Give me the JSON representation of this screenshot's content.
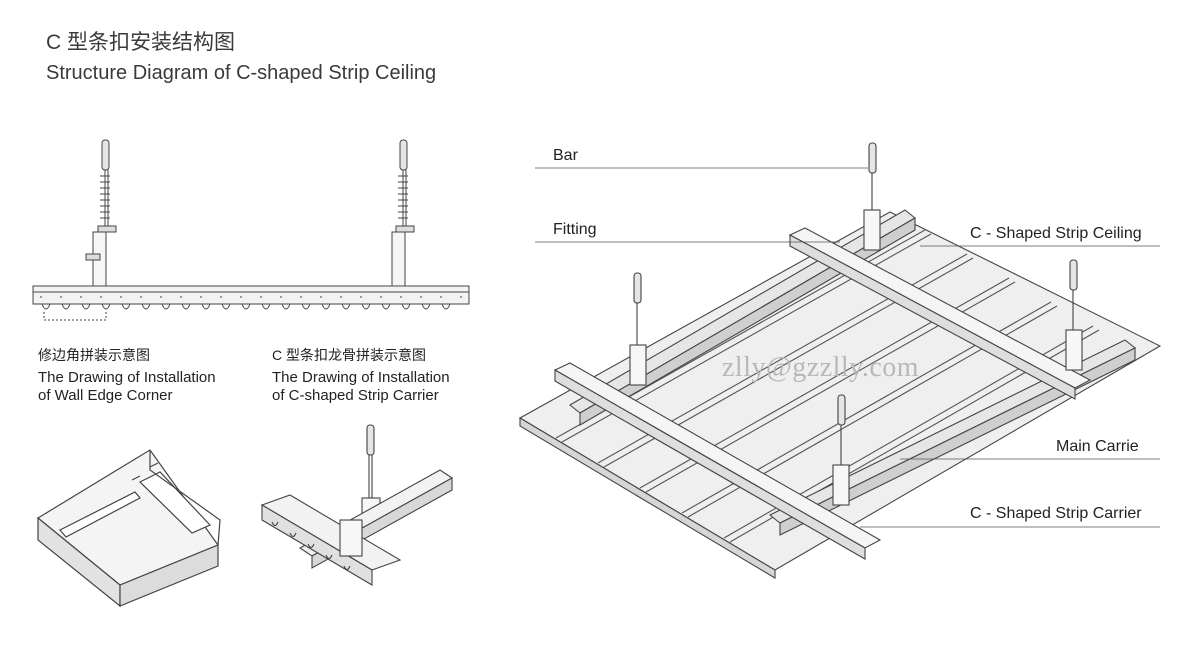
{
  "header": {
    "title_cn": "C 型条扣安装结构图",
    "title_en": "Structure Diagram of C-shaped Strip Ceiling"
  },
  "captions": {
    "wall_edge": {
      "cn": "修边角拼装示意图",
      "en_line1": "The Drawing of Installation",
      "en_line2": "of Wall Edge Corner"
    },
    "strip_carrier": {
      "cn": "C 型条扣龙骨拼装示意图",
      "en_line1": "The Drawing of Installation",
      "en_line2": "of C-shaped Strip Carrier"
    }
  },
  "labels": {
    "bar": "Bar",
    "fitting": "Fitting",
    "strip_ceiling": "C - Shaped Strip Ceiling",
    "main_carrier": "Main Carrie",
    "strip_carrier": "C - Shaped Strip Carrier"
  },
  "watermark": "zlly@gzzlly.com",
  "colors": {
    "line": "#444444",
    "fill_light": "#efefef",
    "fill_mid": "#d9d9d9",
    "watermark": "#b8b8b8"
  }
}
